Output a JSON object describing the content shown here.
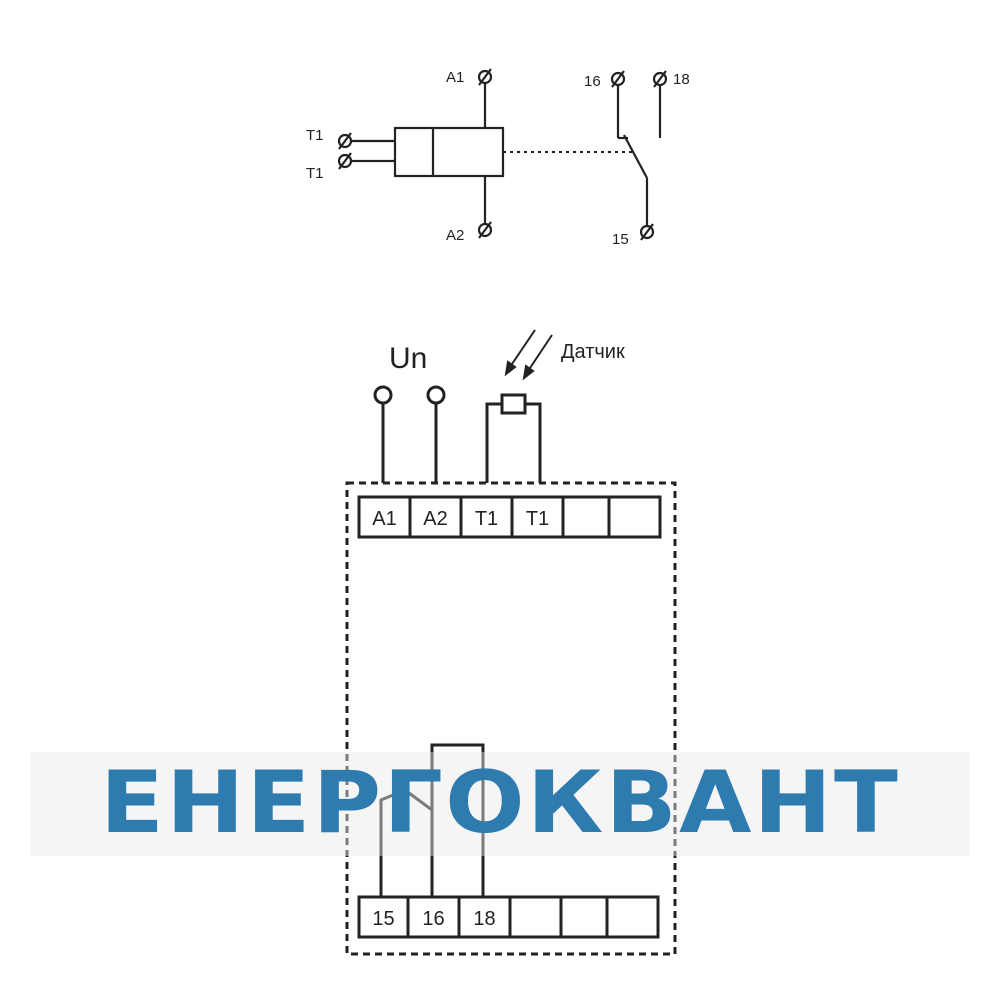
{
  "schematic": {
    "terminals": {
      "a1": "A1",
      "a2": "A2",
      "t1_top": "T1",
      "t1_bottom": "T1",
      "c16": "16",
      "c18": "18",
      "c15": "15"
    }
  },
  "wiring": {
    "supply_label": "Un",
    "sensor_label": "Датчик",
    "top_terminal_row": [
      "A1",
      "A2",
      "T1",
      "T1",
      "",
      ""
    ],
    "bottom_terminal_row": [
      "15",
      "16",
      "18",
      "",
      "",
      ""
    ]
  },
  "watermark": {
    "text": "ЕНЕРГОКВАНТ",
    "color": "#2e7bb0"
  }
}
